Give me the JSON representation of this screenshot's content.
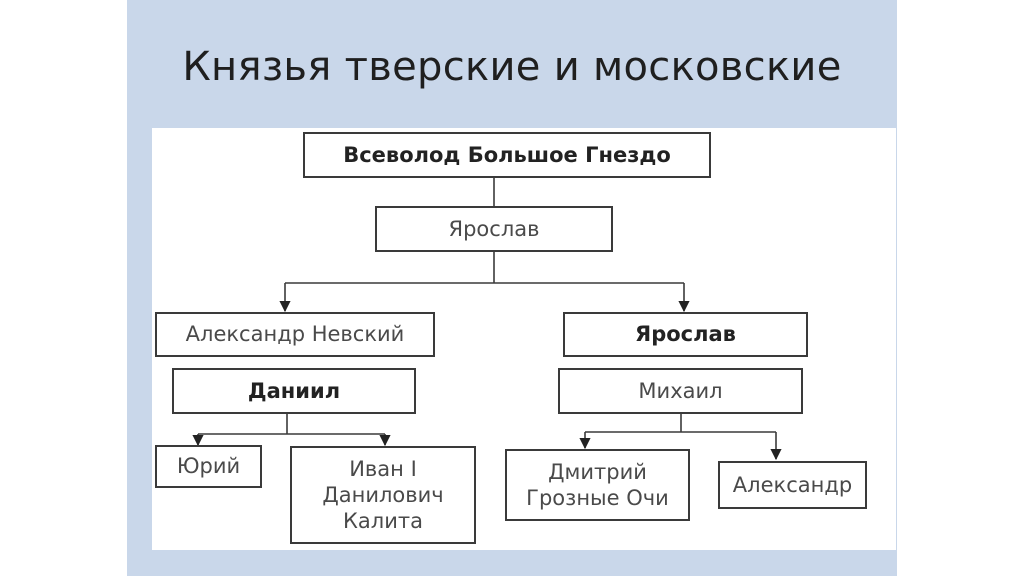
{
  "slide": {
    "title": "Князья тверские и московские",
    "colors": {
      "background": "#c9d7ea",
      "panel": "#ffffff",
      "line": "#3a3a3a"
    }
  },
  "tree": {
    "vsevolod": "Всеволод Большое Гнездо",
    "yaroslav_1": "Ярослав",
    "alexander_nevsky": "Александр Невский",
    "yaroslav_2": "Ярослав",
    "daniil": "Даниил",
    "mikhail": "Михаил",
    "yuri": "Юрий",
    "ivan_kalita": "Иван I\nДанилович\nКалита",
    "dmitry": "Дмитрий\nГрозные Очи",
    "alexander": "Александр"
  }
}
